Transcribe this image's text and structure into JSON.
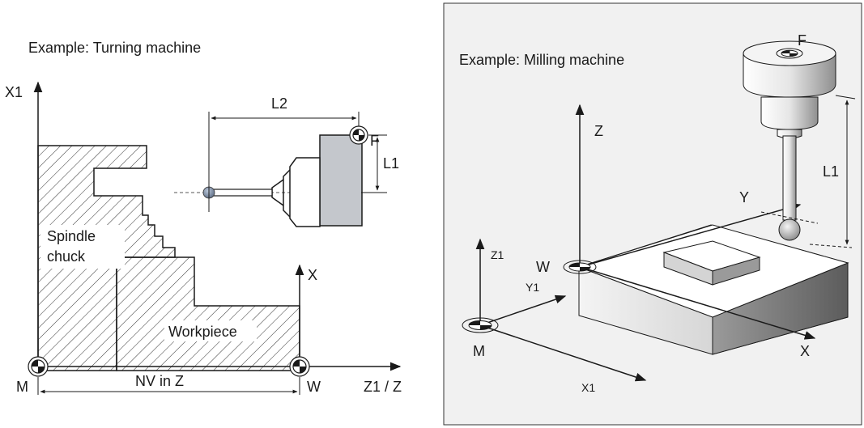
{
  "turning": {
    "title": "Example: Turning machine",
    "axis_x1": "X1",
    "axis_x": "X",
    "axis_z": "Z1 / Z",
    "dim_l1": "L1",
    "dim_l2": "L2",
    "point_f": "F",
    "point_m": "M",
    "point_w": "W",
    "chuck_line1": "Spindle",
    "chuck_line2": "chuck",
    "workpiece": "Workpiece",
    "nv": "NV in Z"
  },
  "milling": {
    "title": "Example: Milling machine",
    "point_f": "F",
    "point_w": "W",
    "point_m": "M",
    "axis_z": "Z",
    "axis_y": "Y",
    "axis_x": "X",
    "axis_z1": "Z1",
    "axis_y1": "Y1",
    "axis_x1": "X1",
    "dim_l1": "L1"
  },
  "colors": {
    "panel_bg": "#f1f1f1",
    "tool_gray": "#c4c7cc",
    "ink": "#1a1a1a"
  }
}
